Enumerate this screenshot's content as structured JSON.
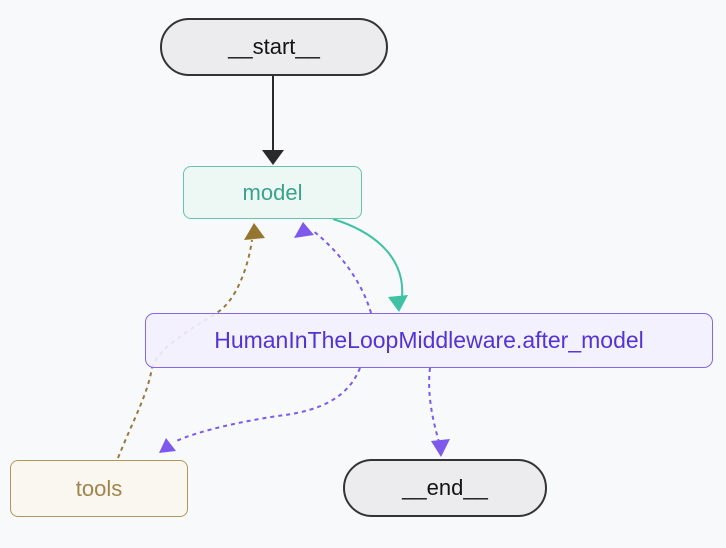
{
  "diagram": {
    "type": "state-graph",
    "background_color": "#f8f9fb",
    "nodes": [
      {
        "id": "start",
        "label": "__start__",
        "shape": "pill",
        "fill": "#ebebed",
        "border_color": "#343434",
        "text_color": "#141414"
      },
      {
        "id": "model",
        "label": "model",
        "shape": "rounded-rect",
        "fill": "#ecf7f3",
        "border_color": "#66c4ac",
        "text_color": "#39a28c"
      },
      {
        "id": "middleware",
        "label": "HumanInTheLoopMiddleware.after_model",
        "shape": "rounded-rect",
        "fill": "#f3f0fe",
        "border_color": "#8767e6",
        "text_color": "#5433d6"
      },
      {
        "id": "tools",
        "label": "tools",
        "shape": "rounded-rect",
        "fill": "#faf7ef",
        "border_color": "#b2975b",
        "text_color": "#a0844b"
      },
      {
        "id": "end",
        "label": "__end__",
        "shape": "pill",
        "fill": "#ebebed",
        "border_color": "#343434",
        "text_color": "#141414"
      }
    ],
    "edges": [
      {
        "from": "__start__",
        "to": "model",
        "style": "solid",
        "color": "#2a2a2a"
      },
      {
        "from": "model",
        "to": "HumanInTheLoopMiddleware.after_model",
        "style": "solid",
        "color": "#3fc2a3"
      },
      {
        "from": "HumanInTheLoopMiddleware.after_model",
        "to": "model",
        "style": "dashed",
        "color": "#7d5aec"
      },
      {
        "from": "tools",
        "to": "model",
        "style": "dashed",
        "color": "#97793a"
      },
      {
        "from": "HumanInTheLoopMiddleware.after_model",
        "to": "tools",
        "style": "dashed",
        "color": "#7d5aec"
      },
      {
        "from": "HumanInTheLoopMiddleware.after_model",
        "to": "__end__",
        "style": "dashed",
        "color": "#7d5aec"
      }
    ]
  }
}
